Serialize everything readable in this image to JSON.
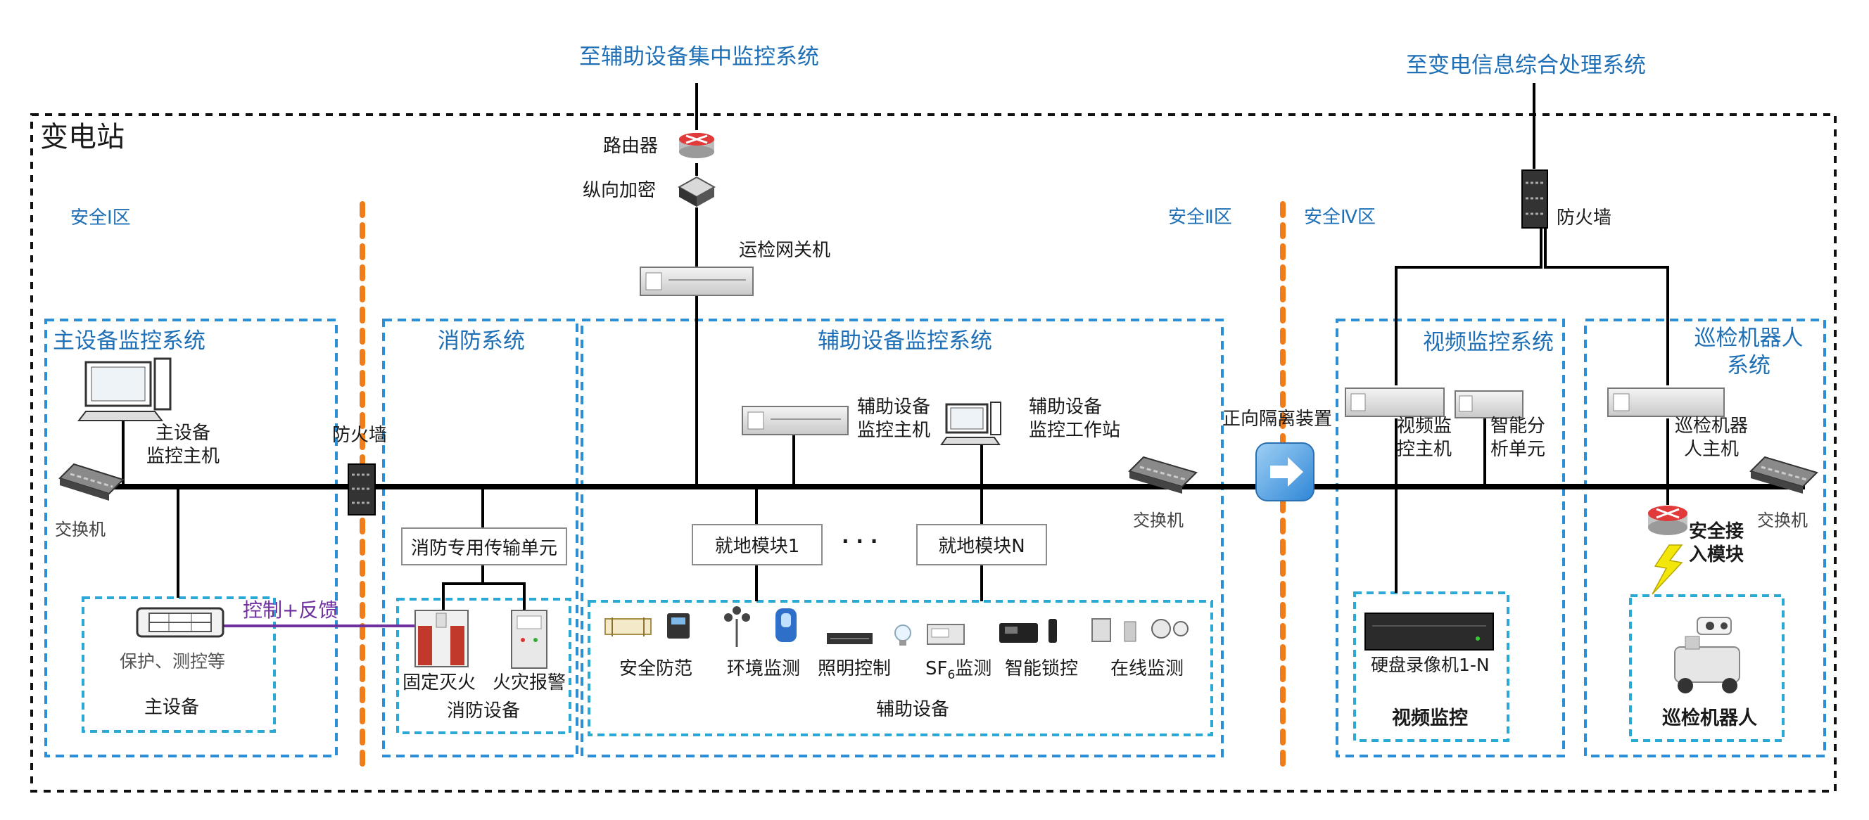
{
  "external": {
    "aux_center": "至辅助设备集中监控系统",
    "info_system": "至变电信息综合处理系统"
  },
  "station_label": "变电站",
  "zones": {
    "zone1": "安全Ⅰ区",
    "zone2": "安全Ⅱ区",
    "zone4": "安全Ⅳ区"
  },
  "top": {
    "router": "路由器",
    "encryption": "纵向加密",
    "gateway": "运检网关机",
    "firewall_right": "防火墙"
  },
  "systems": {
    "main_monitor": "主设备监控系统",
    "fire": "消防系统",
    "aux_monitor": "辅助设备监控系统",
    "video": "视频监控系统",
    "robot_line1": "巡检机器人",
    "robot_line2": "系统"
  },
  "devices": {
    "main_host_1": "主设备",
    "main_host_2": "监控主机",
    "switch_left": "交换机",
    "firewall_left": "防火墙",
    "aux_host_1": "辅助设备",
    "aux_host_2": "监控主机",
    "aux_ws_1": "辅助设备",
    "aux_ws_2": "监控工作站",
    "switch_mid": "交换机",
    "isolation": "正向隔离装置",
    "video_host_1": "视频监",
    "video_host_2": "控主机",
    "analysis_1": "智能分",
    "analysis_2": "析单元",
    "robot_host_1": "巡检机器",
    "robot_host_2": "人主机",
    "switch_right": "交换机",
    "secure_access_1": "安全接",
    "secure_access_2": "入模块"
  },
  "modules": {
    "fire_transmission": "消防专用传输单元",
    "local_1": "就地模块1",
    "ellipsis": "· · ·",
    "local_n": "就地模块N"
  },
  "bottom": {
    "protection": "保护、测控等",
    "main_equipment": "主设备",
    "control_feedback": "控制+反馈",
    "fixed_extinguish": "固定灭火",
    "fire_alarm": "火灾报警",
    "fire_equipment": "消防设备",
    "security": "安全防范",
    "environment": "环境监测",
    "lighting": "照明控制",
    "sf6_prefix": "SF",
    "sf6_sub": "6",
    "sf6_suffix": "监测",
    "smart_lock": "智能锁控",
    "online": "在线监测",
    "aux_equipment": "辅助设备",
    "nvr": "硬盘录像机1-N",
    "video_label": "视频监控",
    "robot_label": "巡检机器人"
  },
  "colors": {
    "accent_blue": "#1e6fb5",
    "dashed_blue": "#2a8fd6",
    "zone_orange": "#f07d1a",
    "feedback_purple": "#7030a0"
  }
}
